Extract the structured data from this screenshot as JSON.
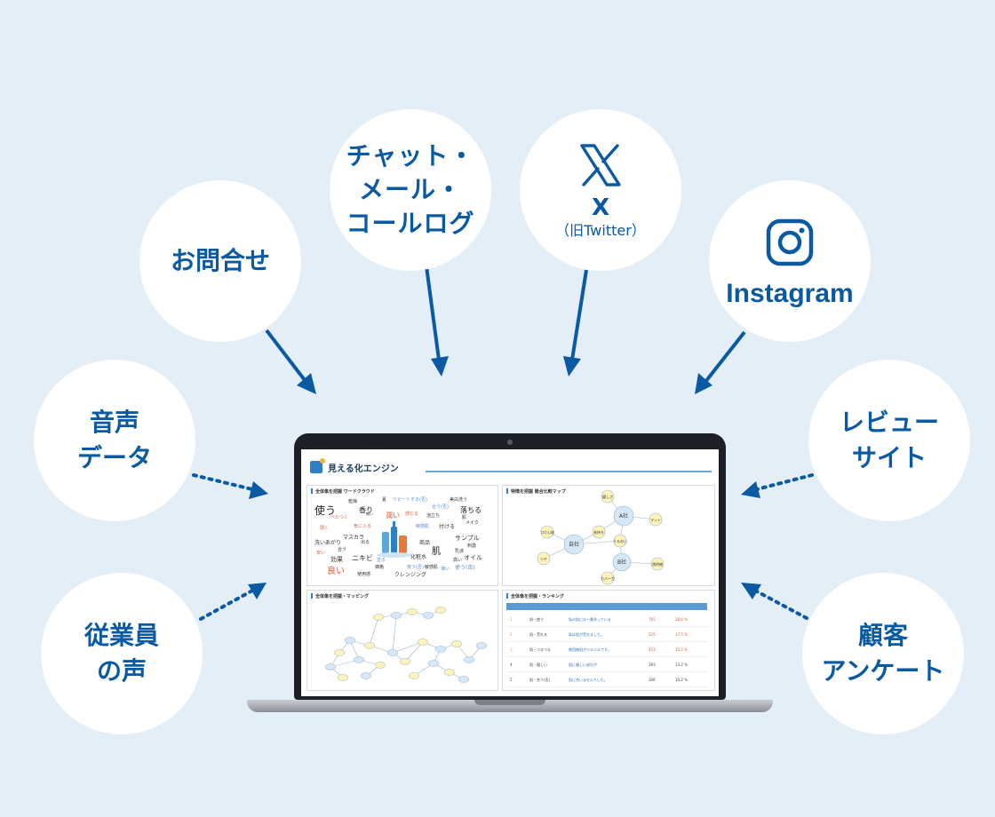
{
  "sources": {
    "inquiry": {
      "label": "お問合せ"
    },
    "chat": {
      "label": "チャット・\nメール・\nコールログ"
    },
    "x": {
      "name": "X",
      "sub": "（旧Twitter）",
      "icon": "x-logo-icon"
    },
    "instagram": {
      "name": "Instagram",
      "icon": "instagram-logo-icon"
    },
    "voice": {
      "label": "音声\nデータ"
    },
    "review": {
      "label": "レビュー\nサイト"
    },
    "employee": {
      "label": "従業員\nの声"
    },
    "survey": {
      "label": "顧客\nアンケート"
    }
  },
  "colors": {
    "brand": "#0a5aa3",
    "background": "#e4eef7",
    "circle": "#ffffff"
  },
  "laptop_screen": {
    "title": "見える化エンジン",
    "panels": {
      "wordcloud": {
        "title": "全体像を把握 ワードクラウド",
        "words": [
          "使う",
          "乾燥",
          "香り",
          "夏",
          "リピートする(否)",
          "美白洗う",
          "落ちる",
          "合う(否)",
          "潤い",
          "感じる",
          "泡立ち",
          "肌",
          "メイク",
          "べたつく",
          "気に入る",
          "軽い",
          "敏感肌",
          "付ける",
          "弱く",
          "洗いあがり",
          "マスカラ",
          "出る",
          "サンプル",
          "合う",
          "商品",
          "刺激",
          "化粧水",
          "乳液",
          "肌",
          "安い",
          "効果",
          "ニキビ",
          "塗る",
          "高い",
          "オイル",
          "良い",
          "価格",
          "使用感",
          "クレンジング",
          "使う(否)",
          "薄い",
          "使う(否)",
          "敏感肌"
        ]
      },
      "compare": {
        "title": "特徴を把握 競合比較マップ",
        "nodes": [
          "A社",
          "自社",
          "B社",
          "優しさ",
          "マット",
          "つけ心地",
          "長持ち",
          "うるおい",
          "ツヤ",
          "透明感",
          "カバー力"
        ]
      },
      "mapping": {
        "title": "全体像を把握・マッピング"
      },
      "ranking": {
        "title": "全体像を把握・ランキング",
        "rows": [
          {
            "no": "1",
            "word": "肌・使う",
            "text": "私の肌には一番合っている",
            "count": "765",
            "pct": "28.6 %"
          },
          {
            "no": "2",
            "word": "肌・荒れる",
            "text": "私は肌が荒れました。",
            "count": "525",
            "pct": "17.5 %"
          },
          {
            "no": "3",
            "word": "肌・つるつる",
            "text": "使用後肌がツルツルです。",
            "count": "453",
            "pct": "15.5 %"
          },
          {
            "no": "4",
            "word": "肌・優しい",
            "text": "肌に優しい成分が",
            "count": "393",
            "pct": "13.2 %"
          },
          {
            "no": "5",
            "word": "肌・合う(否)",
            "text": "肌に合いませんでした。",
            "count": "306",
            "pct": "10.2 %"
          }
        ]
      }
    }
  }
}
